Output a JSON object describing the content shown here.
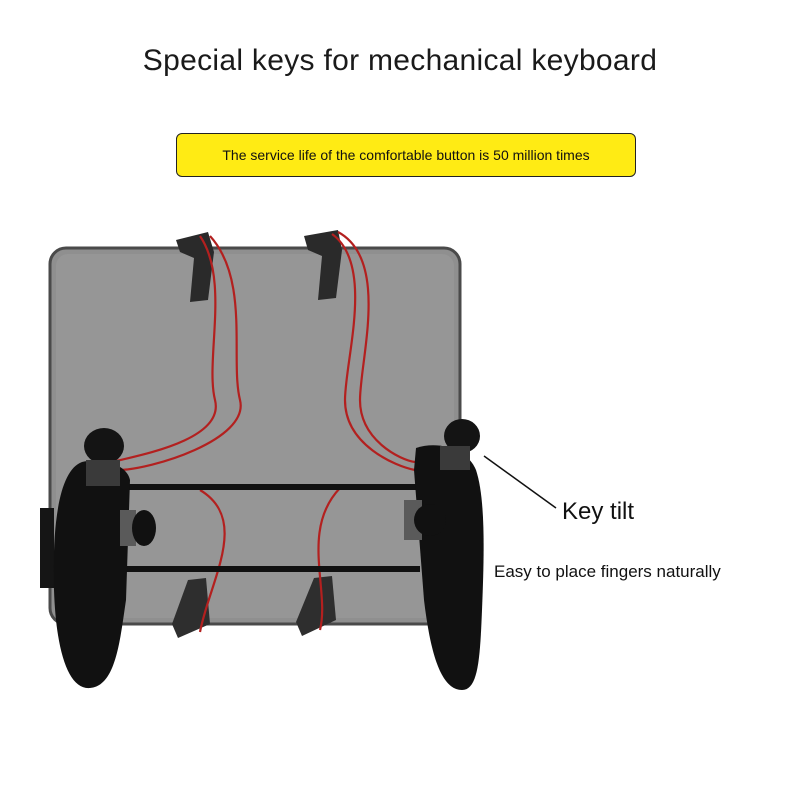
{
  "headline": "Special keys for mechanical keyboard",
  "banner": {
    "text": "The service life of the comfortable button is 50 million times",
    "color": "#ffeb14"
  },
  "callouts": {
    "key_tilt": "Key tilt",
    "fingers": "Easy to place fingers naturally"
  },
  "colors": {
    "tablet": "#8e8e8e",
    "controller": "#111111",
    "cable": "#b3201f"
  }
}
